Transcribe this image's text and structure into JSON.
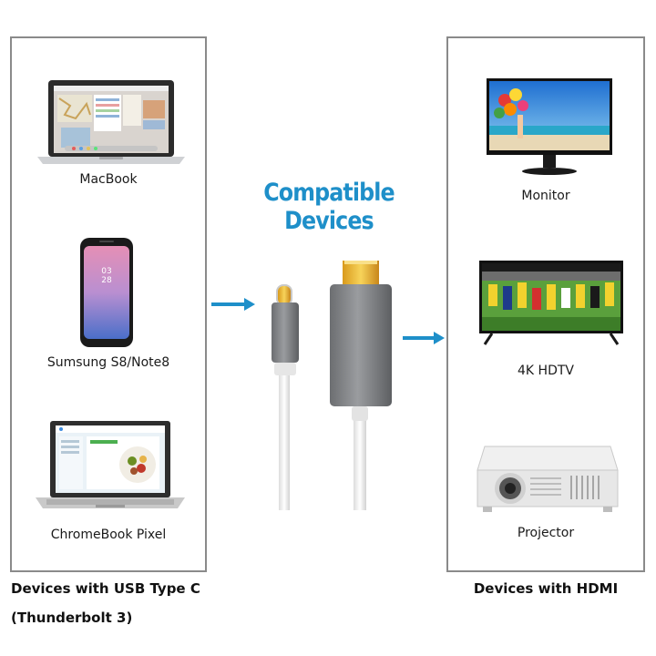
{
  "title": "Compatible Devices",
  "usb_c_devices": {
    "items": [
      {
        "label": "MacBook"
      },
      {
        "label": "Sumsung S8/Note8"
      },
      {
        "label": "ChromeBook Pixel"
      }
    ],
    "footer_line1": "Devices with USB Type C",
    "footer_line2": "(Thunderbolt 3)"
  },
  "hdmi_devices": {
    "items": [
      {
        "label": "Monitor"
      },
      {
        "label": "4K HDTV"
      },
      {
        "label": "Projector"
      }
    ],
    "footer": "Devices with HDMI"
  },
  "colors": {
    "title": "#1e8fc9",
    "arrow": "#1e8fc9",
    "connector_shell": "#7d7f82",
    "cable": "#f2f2f2"
  }
}
